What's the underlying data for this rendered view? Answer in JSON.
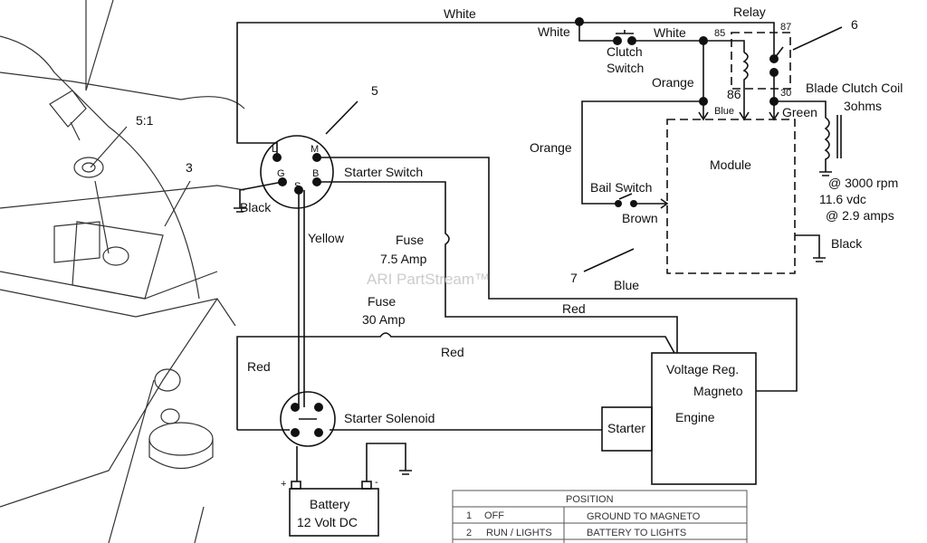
{
  "watermark": "ARI PartStream™",
  "callouts": {
    "c5": "5",
    "c5_1": "5:1",
    "c3": "3",
    "c6": "6",
    "c7": "7"
  },
  "switch_terminals": {
    "L": "L",
    "M": "M",
    "G": "G",
    "B": "B",
    "S": "S"
  },
  "labels": {
    "white_top": "White",
    "white_left": "White",
    "white_right": "White",
    "relay": "Relay",
    "t85": "85",
    "t87": "87",
    "t86": "86",
    "t30": "30",
    "blue_small": "Blue",
    "clutch_switch_1": "Clutch",
    "clutch_switch_2": "Switch",
    "orange_1": "Orange",
    "orange_2": "Orange",
    "green": "Green",
    "blade_clutch_coil": "Blade Clutch Coil",
    "ohms": "3ohms",
    "rpm": "@ 3000 rpm",
    "vdc": "11.6 vdc",
    "amps": "@ 2.9 amps",
    "module": "Module",
    "bail_switch": "Bail Switch",
    "brown": "Brown",
    "black_right": "Black",
    "blue": "Blue",
    "starter_switch": "Starter Switch",
    "black_left": "Black",
    "yellow": "Yellow",
    "fuse1": "Fuse",
    "fuse1_rating": "7.5 Amp",
    "fuse2": "Fuse",
    "fuse2_rating": "30 Amp",
    "red1": "Red",
    "red2": "Red",
    "red3": "Red",
    "voltage_reg": "Voltage  Reg.",
    "magneto": "Magneto",
    "engine": "Engine",
    "starter": "Starter",
    "starter_solenoid": "Starter  Solenoid",
    "battery": "Battery",
    "battery_rating": "12 Volt DC",
    "plus": "+",
    "minus": "-"
  },
  "position_table": {
    "header": "POSITION",
    "rows": [
      {
        "num": "1",
        "position": "OFF",
        "function": "GROUND TO MAGNETO"
      },
      {
        "num": "2",
        "position": "RUN / LIGHTS",
        "function": "BATTERY TO LIGHTS"
      }
    ]
  }
}
